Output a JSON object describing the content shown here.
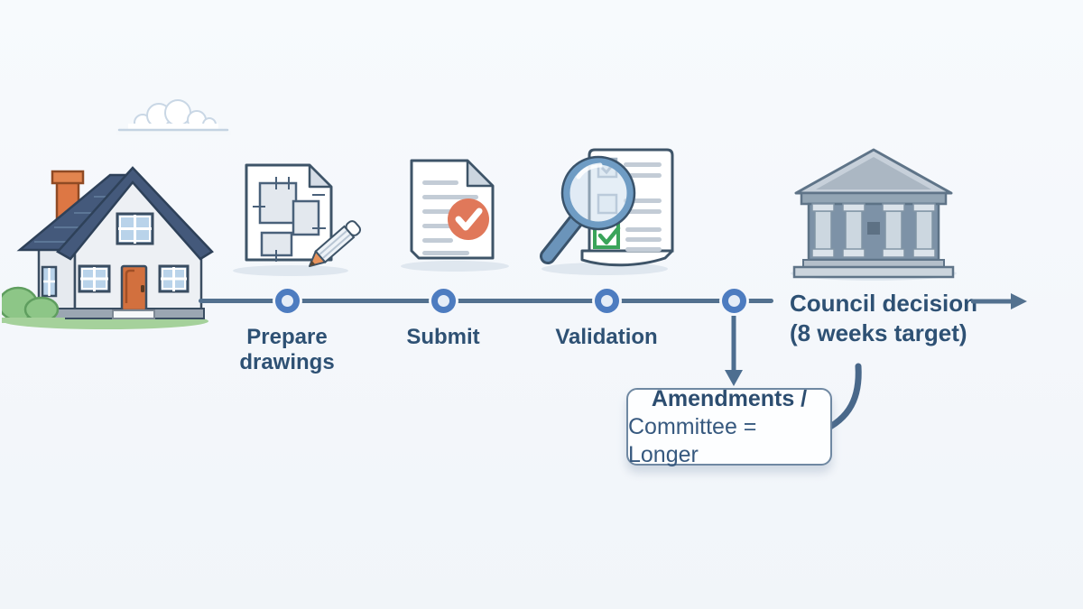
{
  "diagram": {
    "type": "process-timeline",
    "subject": "planning-application-journey"
  },
  "timeline": {
    "steps": [
      {
        "label": "Prepare drawings",
        "icon": "blueprint-pencil-icon"
      },
      {
        "label": "Submit",
        "icon": "document-approved-icon"
      },
      {
        "label": "Validation",
        "icon": "magnifier-checklist-icon"
      },
      {
        "label_line1": "Council decision",
        "label_line2": "(8 weeks target)",
        "icon": "council-building-icon"
      }
    ]
  },
  "branch": {
    "note_line1": "Amendments /",
    "note_line2": "Committee = Longer"
  },
  "illustrations": {
    "start": "house-icon",
    "sky": "cloud-icon"
  },
  "colors": {
    "background": "#f4f7fb",
    "timeline_line": "#53718f",
    "node_ring": "#4d7cc0",
    "node_fill": "#e5edf7",
    "label_text": "#2e5174",
    "accent_orange": "#e0785a",
    "accent_green": "#3aa45a",
    "note_border": "#6f88a2",
    "roof_slate": "#44597b",
    "building_slate": "#7d92a7"
  }
}
